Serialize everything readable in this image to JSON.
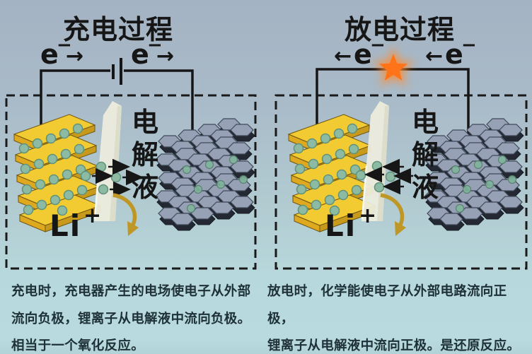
{
  "colors": {
    "background_top": "#a4b3c3",
    "background_bottom": "#b9dbdf",
    "electrode_yellow": "#f2cb32",
    "electrode_yellow_dark": "#dfa91f",
    "graphite_gray": "#97a1b6",
    "graphite_dark": "#232833",
    "ion_green": "#8cbaa3",
    "separator_white": "#ececdd",
    "star_orange": "#ff7418",
    "curved_arrow_gold": "#bf9727",
    "wire_black": "#161616",
    "caption_color": "#1e3138"
  },
  "icons": {
    "battery": "battery-symbol-icon",
    "discharge_load": "spark-star-icon",
    "li_migration": "curved-down-arrow-icon",
    "ion": "green-dot-icon"
  },
  "panels": {
    "left": {
      "title": "充电过程",
      "electron_base": "e",
      "electron_sup": "−",
      "flow_arrow": "→",
      "electrolyte": "电解液",
      "li_base": "Li",
      "li_sup": "+",
      "caption_lines": [
        "充电时，充电器产生的电场使电子从外部",
        "流向负极，锂离子从电解液中流向负极。",
        "相当于一个氧化反应。"
      ]
    },
    "right": {
      "title": "放电过程",
      "electron_base": "e",
      "electron_sup": "−",
      "flow_arrow": "←",
      "electrolyte": "电解液",
      "li_base": "Li",
      "li_sup": "+",
      "caption_lines": [
        "放电时，化学能使电子从外部电路流向正极，",
        "锂离子从电解液中流向正极。是还原反应。"
      ]
    }
  }
}
